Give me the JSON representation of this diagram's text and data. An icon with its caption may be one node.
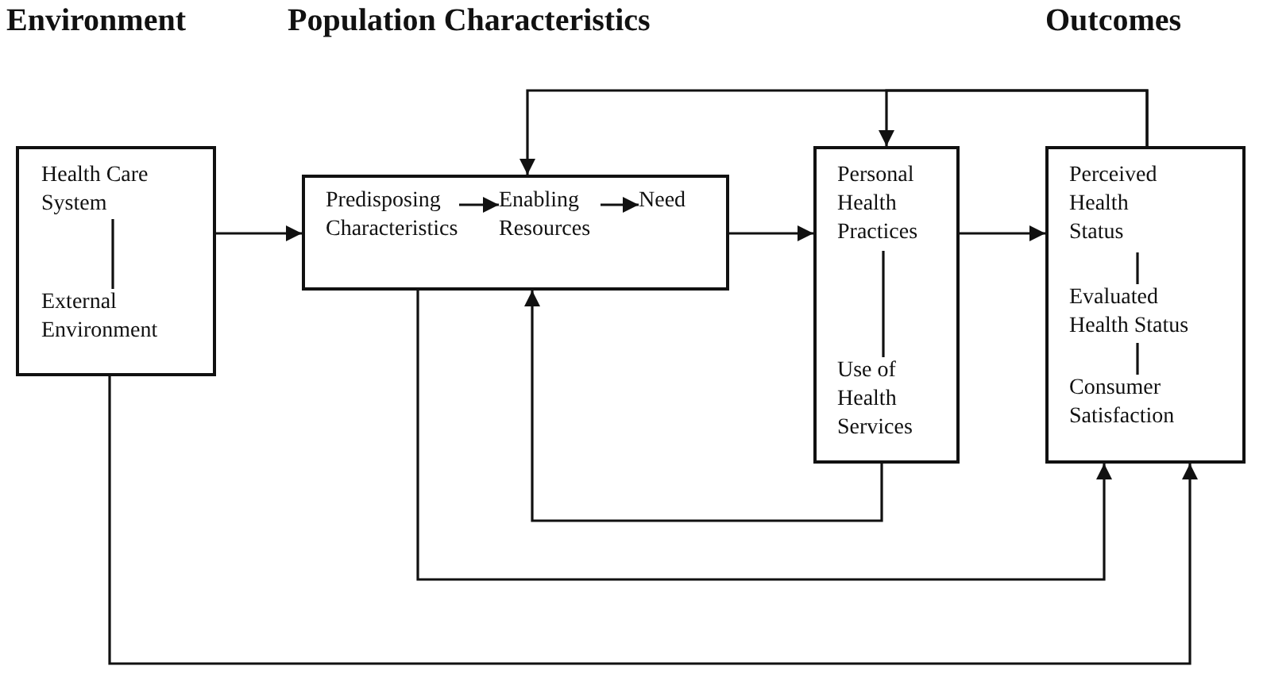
{
  "diagram": {
    "nodes": [
      {
        "text": [],
        "shape": "box"
      },
      {
        "text": [
          "Health Care System"
        ],
        "in": 0
      },
      {
        "text": [
          "External Environment"
        ],
        "in": 0
      },
      {
        "text": [],
        "shape": "box"
      },
      {
        "text": [
          "Predisposing Characteristics"
        ],
        "in": 3
      },
      {
        "text": [
          "Enabling Resources"
        ],
        "in": 3
      },
      {
        "text": [
          "Need"
        ],
        "in": 3
      },
      {
        "text": [],
        "shape": "box"
      },
      {
        "text": [
          "Personal Health Practices"
        ],
        "in": 7
      },
      {
        "text": [
          "Use of Health Services"
        ],
        "in": 7
      },
      {
        "text": [],
        "shape": "box"
      },
      {
        "text": [
          "Perceived Health Status"
        ],
        "in": 10
      },
      {
        "text": [
          "Evaluated Health Status"
        ],
        "in": 10
      },
      {
        "text": [
          "Consumer Satisfaction"
        ],
        "in": 10
      }
    ],
    "edges": [
      {
        "from": 1,
        "to": 2,
        "arrow": "none"
      },
      {
        "from": 4,
        "to": 5,
        "arrow": "to"
      },
      {
        "from": 5,
        "to": 6,
        "arrow": "to"
      },
      {
        "from": 8,
        "to": 9,
        "arrow": "none"
      },
      {
        "from": 11,
        "to": 12,
        "arrow": "none"
      },
      {
        "from": 12,
        "to": 13,
        "arrow": "none"
      },
      {
        "from": 0,
        "to": 3,
        "arrow": "to"
      },
      {
        "from": 3,
        "to": 7,
        "arrow": "to"
      },
      {
        "from": 7,
        "to": 10,
        "arrow": "to"
      },
      {
        "from": 10,
        "to": 3,
        "arrow": "to"
      },
      {
        "from": 10,
        "to": 7,
        "arrow": "to"
      },
      {
        "from": 7,
        "to": 3,
        "arrow": "to"
      },
      {
        "from": 3,
        "to": 10,
        "arrow": "to"
      },
      {
        "from": 0,
        "to": 10,
        "arrow": "to"
      }
    ],
    "labels": [
      "Environment",
      "Population Characteristics",
      "Outcomes"
    ]
  }
}
